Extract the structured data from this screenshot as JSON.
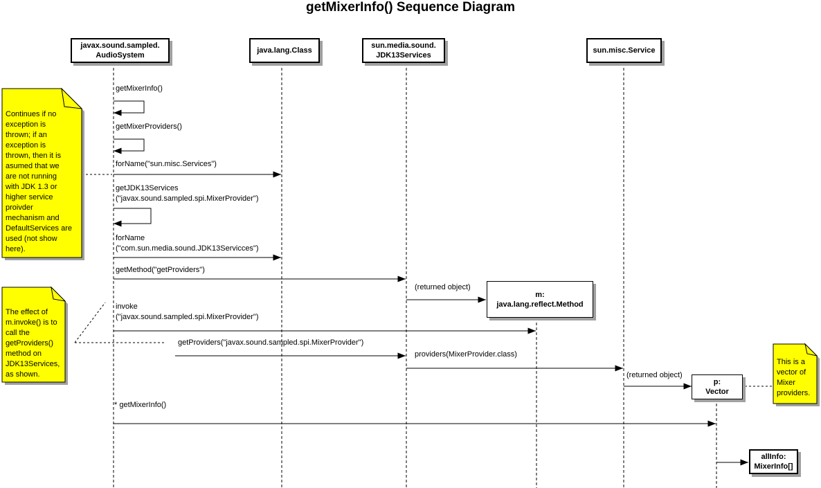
{
  "title": "getMixerInfo() Sequence Diagram",
  "lifelines": [
    {
      "label": "javax.sound.sampled.\nAudioSystem"
    },
    {
      "label": "java.lang.Class"
    },
    {
      "label": "sun.media.sound.\nJDK13Services"
    },
    {
      "label": "sun.misc.Service"
    }
  ],
  "objects": [
    {
      "label": "m:\njava.lang.reflect.Method"
    },
    {
      "label": "p:\nVector"
    },
    {
      "label": "allInfo:\nMixerInfo[]"
    }
  ],
  "messages": [
    {
      "label": "getMixerInfo()"
    },
    {
      "label": "getMixerProviders()"
    },
    {
      "label": "forName(\"sun.misc.Services\")"
    },
    {
      "label": "getJDK13Services\n(\"javax.sound.sampled.spi.MixerProvider\")"
    },
    {
      "label": "forName\n(\"com.sun.media.sound.JDK13Servicces\")"
    },
    {
      "label": "getMethod(\"getProviders\")"
    },
    {
      "label": "(returned object)"
    },
    {
      "label": "invoke\n(\"javax.sound.sampled.spi.MixerProvider\")"
    },
    {
      "label": "getProviders(\"javax.sound.sampled.spi.MixerProvider\")"
    },
    {
      "label": "providers(MixerProvider.class)"
    },
    {
      "label": "(returned object)"
    },
    {
      "label": "* getMixerInfo()"
    }
  ],
  "notes": [
    {
      "text": "Continues if no\nexception is\nthrown; if an\nexception is\nthrown, then it is\nasumed that we\nare not running\nwith JDK 1.3 or\nhigher service\nproivder\nmechanism and\nDefaultServices are\nused (not show\nhere)."
    },
    {
      "text": "The effect of\nm.invoke() is to\ncall the\ngetProviders()\nmethod on\nJDK13Services,\nas shown."
    },
    {
      "text": "This is a\nvector of\nMixer\nproviders."
    }
  ],
  "colors": {
    "note_fill": "#FFFF00",
    "shadow": "#A0A0A0",
    "line": "#000000",
    "background": "#FFFFFF"
  }
}
